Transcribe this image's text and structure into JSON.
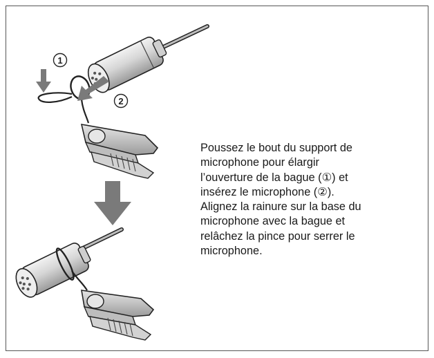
{
  "instruction": {
    "lines": [
      "Poussez le bout du support de",
      "microphone pour élargir",
      "l’ouverture de la bague (①) et",
      "insérez le microphone (②).",
      "Alignez la rainure sur la base du",
      "microphone avec la bague et",
      "relâchez la pince pour serrer le",
      "microphone."
    ]
  },
  "step_markers": {
    "step1": "1",
    "step2": "2"
  },
  "colors": {
    "frame": "#555555",
    "arrow": "#7a7a7a",
    "mic_body": "#d9d9d9",
    "clip_body": "#cfcfcf",
    "ink": "#222222"
  },
  "icons": [
    "microphone-icon",
    "lavalier-clip-icon",
    "down-arrow-icon"
  ]
}
